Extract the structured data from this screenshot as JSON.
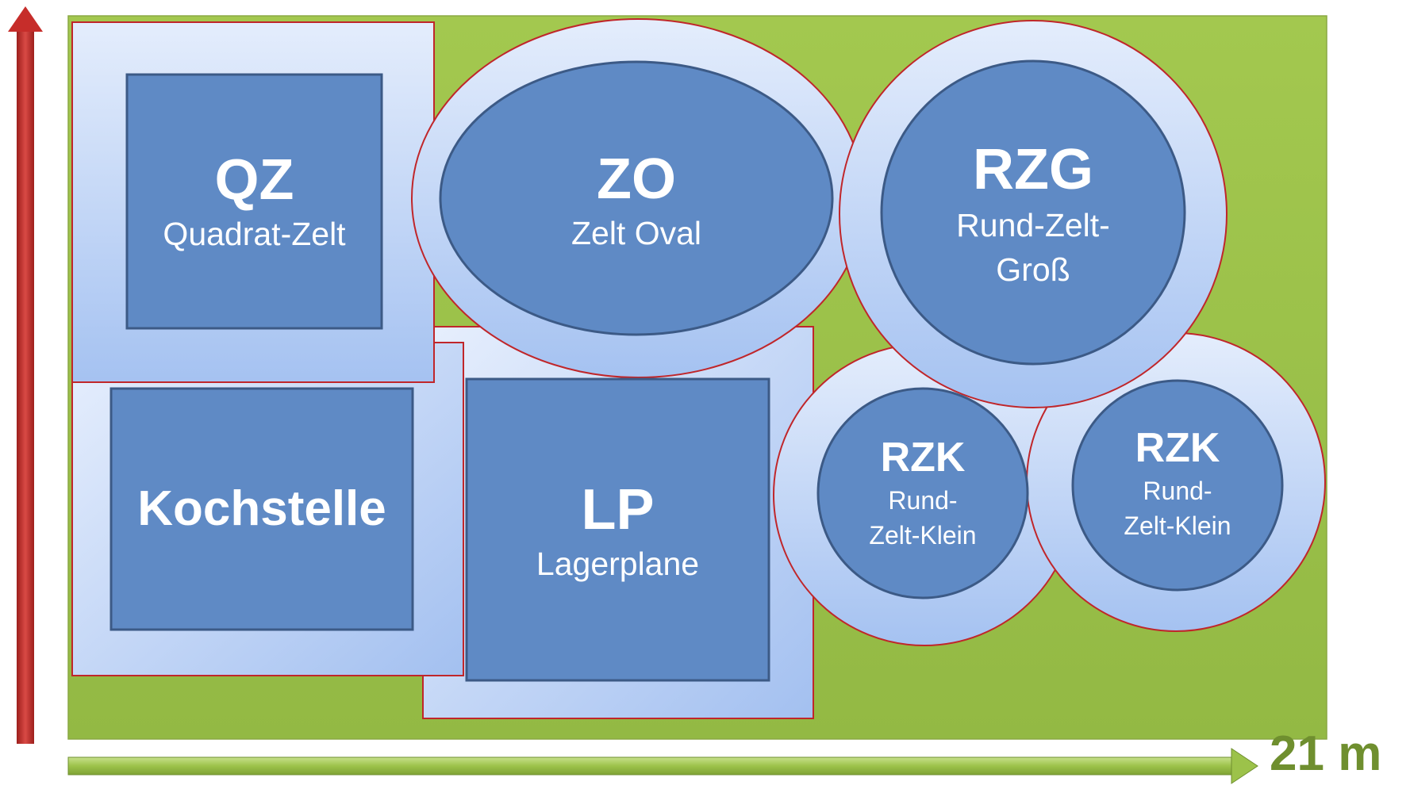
{
  "diagram": {
    "dimension_label": "21 m",
    "colors": {
      "ground": "#9cc24a",
      "tent_inner": "#5f8ac5",
      "tent_inner_border": "#3c5a86",
      "tent_outer_light": "#e4edfc",
      "tent_outer_dark": "#a5c2f1",
      "outer_border": "#c0262a",
      "vertical_arrow": "#c62d2a",
      "horizontal_arrow": "#9cc24a",
      "dimension_text": "#6f8f2f"
    },
    "items": [
      {
        "id": "qz",
        "code": "QZ",
        "name": "Quadrat-Zelt"
      },
      {
        "id": "zo",
        "code": "ZO",
        "name": "Zelt Oval"
      },
      {
        "id": "rzg",
        "code": "RZG",
        "name_line1": "Rund-Zelt-",
        "name_line2": "Groß"
      },
      {
        "id": "kochstelle",
        "code": "Kochstelle"
      },
      {
        "id": "lp",
        "code": "LP",
        "name": "Lagerplane"
      },
      {
        "id": "rzk1",
        "code": "RZK",
        "name_line1": "Rund-",
        "name_line2": "Zelt-Klein"
      },
      {
        "id": "rzk2",
        "code": "RZK",
        "name_line1": "Rund-",
        "name_line2": "Zelt-Klein"
      }
    ]
  }
}
